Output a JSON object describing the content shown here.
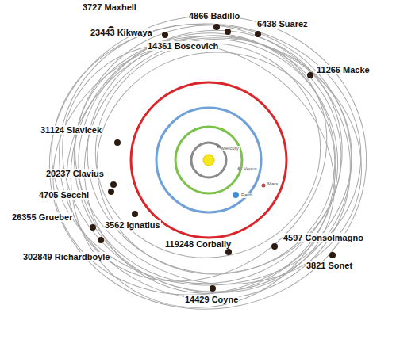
{
  "diagram": {
    "labels": [
      "3727 Maxhell",
      "4866 Badillo",
      "23443 Kikwaya",
      "6438 Suarez",
      "14361 Boscovich",
      "11266 Macke",
      "31124 Slavicek",
      "20237 Clavius",
      "4705 Secchi",
      "26355 Grueber",
      "3562 Ignatius",
      "302849 Richardboyle",
      "119248 Corbally",
      "4597 Consolmagno",
      "3821 Sonet",
      "14429 Coyne",
      "Mercury",
      "Venus",
      "Earth",
      "Mars"
    ]
  }
}
